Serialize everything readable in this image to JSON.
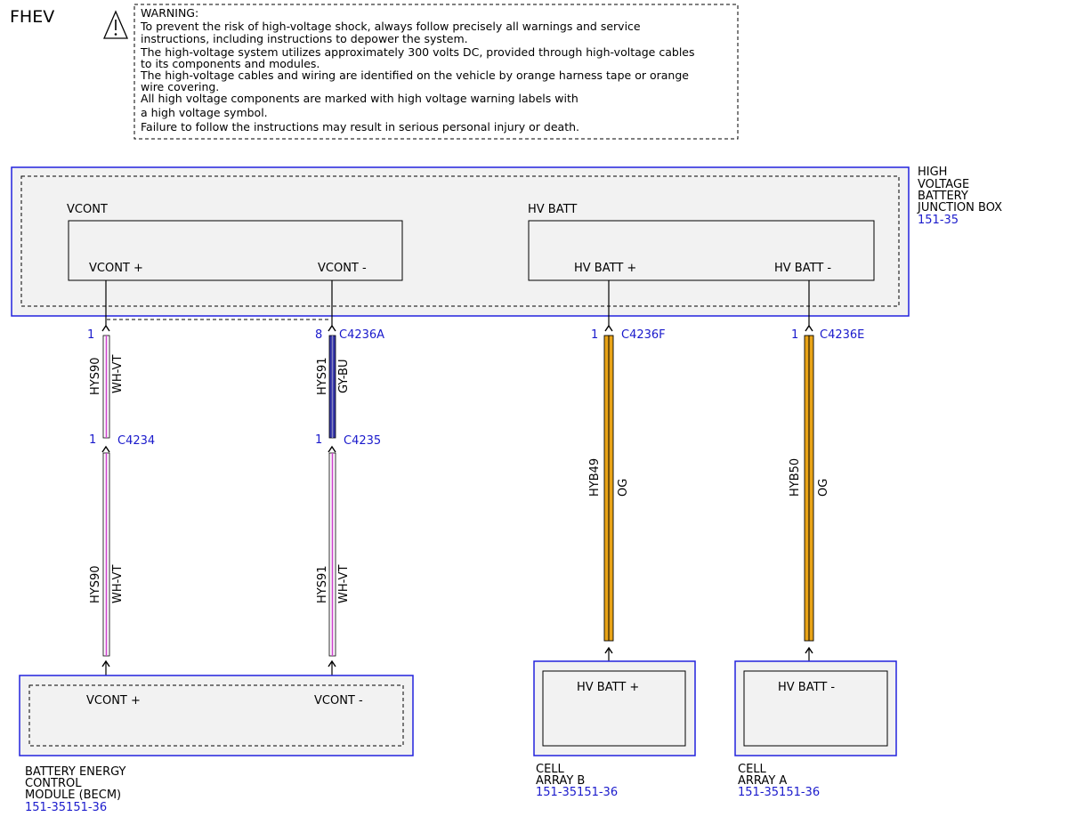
{
  "title": "FHEV",
  "warning": {
    "lines": [
      "WARNING:",
      "To prevent the risk of high-voltage shock, always follow precisely all warnings and service",
      "instructions, including instructions to depower the system.",
      "The high-voltage system utilizes approximately 300 volts DC, provided through high-voltage cables",
      "to its components and modules.",
      "The high-voltage cables and wiring are identified on the vehicle by orange harness tape or orange",
      "wire covering.",
      "All high voltage components are marked with high voltage warning labels with",
      "a high voltage symbol.",
      "Failure to follow the instructions may result in serious personal injury or death."
    ]
  },
  "junction_box": {
    "name_lines": [
      "HIGH",
      "VOLTAGE",
      "BATTERY",
      "JUNCTION BOX"
    ],
    "ref": "151-35",
    "vcont": {
      "label": "VCONT",
      "pin_plus": "VCONT +",
      "pin_minus": "VCONT -"
    },
    "hvbatt": {
      "label": "HV BATT",
      "pin_plus": "HV BATT +",
      "pin_minus": "HV BATT -"
    }
  },
  "wires": {
    "w1": {
      "pin_top": "1",
      "circuit_top": "HYS90",
      "color_top": "WH-VT",
      "pin_mid": "1",
      "connector_mid": "C4234",
      "circuit_bottom": "HYS90",
      "color_bottom": "WH-VT"
    },
    "w2": {
      "pin_top": "8",
      "connector_top": "C4236A",
      "circuit_top": "HYS91",
      "color_top": "GY-BU",
      "pin_mid": "1",
      "connector_mid": "C4235",
      "circuit_bottom": "HYS91",
      "color_bottom": "WH-VT"
    },
    "w3": {
      "pin_top": "1",
      "connector_top": "C4236F",
      "circuit": "HYB49",
      "color": "OG"
    },
    "w4": {
      "pin_top": "1",
      "connector_top": "C4236E",
      "circuit": "HYB50",
      "color": "OG"
    }
  },
  "becm": {
    "pin_plus": "VCONT +",
    "pin_minus": "VCONT -",
    "name_lines": [
      "BATTERY ENERGY",
      "CONTROL",
      "MODULE (BECM)"
    ],
    "ref": "151-35151-36"
  },
  "cell_b": {
    "pin": "HV BATT +",
    "name_lines": [
      "CELL",
      "ARRAY B"
    ],
    "ref": "151-35151-36"
  },
  "cell_a": {
    "pin": "HV BATT -",
    "name_lines": [
      "CELL",
      "ARRAY A"
    ],
    "ref": "151-35151-36"
  },
  "colors": {
    "outline_blue": "#2222dd",
    "orange": "#e8a317",
    "violet": "#cc44cc",
    "gray_blue": "#3333aa",
    "fill_gray": "#f2f2f2"
  }
}
